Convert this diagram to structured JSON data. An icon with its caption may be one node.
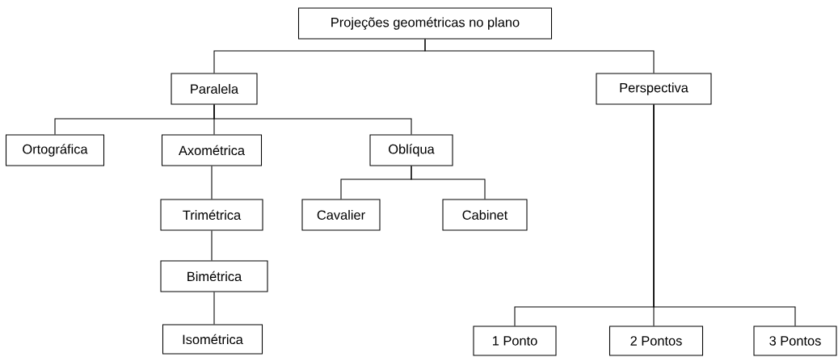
{
  "diagram": {
    "nodes": [
      {
        "text": [
          "Projeções geométricas no plano"
        ]
      },
      {
        "text": [
          "Paralela"
        ]
      },
      {
        "text": [
          "Perspectiva"
        ]
      },
      {
        "text": [
          "Ortográfica"
        ]
      },
      {
        "text": [
          "Axométrica"
        ]
      },
      {
        "text": [
          "Oblíqua"
        ]
      },
      {
        "text": [
          "Trimétrica"
        ]
      },
      {
        "text": [
          "Bimétrica"
        ]
      },
      {
        "text": [
          "Isométrica"
        ]
      },
      {
        "text": [
          "Cavalier"
        ]
      },
      {
        "text": [
          "Cabinet"
        ]
      },
      {
        "text": [
          "1 Ponto"
        ]
      },
      {
        "text": [
          "2 Pontos"
        ]
      },
      {
        "text": [
          "3 Pontos"
        ]
      }
    ],
    "edges": [
      {
        "from": 0,
        "to": 1,
        "arrow": "none"
      },
      {
        "from": 0,
        "to": 2,
        "arrow": "none"
      },
      {
        "from": 1,
        "to": 3,
        "arrow": "none"
      },
      {
        "from": 1,
        "to": 4,
        "arrow": "none"
      },
      {
        "from": 1,
        "to": 5,
        "arrow": "none"
      },
      {
        "from": 4,
        "to": 6,
        "arrow": "none"
      },
      {
        "from": 6,
        "to": 7,
        "arrow": "none"
      },
      {
        "from": 7,
        "to": 8,
        "arrow": "none"
      },
      {
        "from": 5,
        "to": 9,
        "arrow": "none"
      },
      {
        "from": 5,
        "to": 10,
        "arrow": "none"
      },
      {
        "from": 2,
        "to": 11,
        "arrow": "none"
      },
      {
        "from": 2,
        "to": 12,
        "arrow": "none"
      },
      {
        "from": 2,
        "to": 13,
        "arrow": "none"
      }
    ]
  }
}
